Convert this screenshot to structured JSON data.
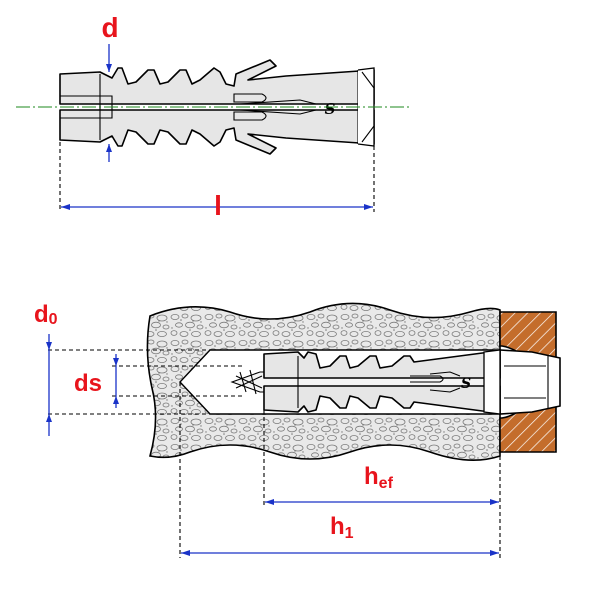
{
  "top_view": {
    "diameter_label": "d",
    "length_label": "l",
    "brand_mark": "S"
  },
  "section_view": {
    "drill_diameter_label_main": "d",
    "drill_diameter_label_sub": "0",
    "screw_diameter_label": "ds",
    "embedment_label_main": "h",
    "embedment_label_sub": "ef",
    "hole_depth_label_main": "h",
    "hole_depth_label_sub": "1",
    "brand_mark": "S"
  },
  "colors": {
    "label": "#e8141c",
    "dimension_line": "#1a33c8",
    "axis_line": "#1e8a1e",
    "wood": "#c46d2c",
    "concrete": "#e9e9e9"
  }
}
